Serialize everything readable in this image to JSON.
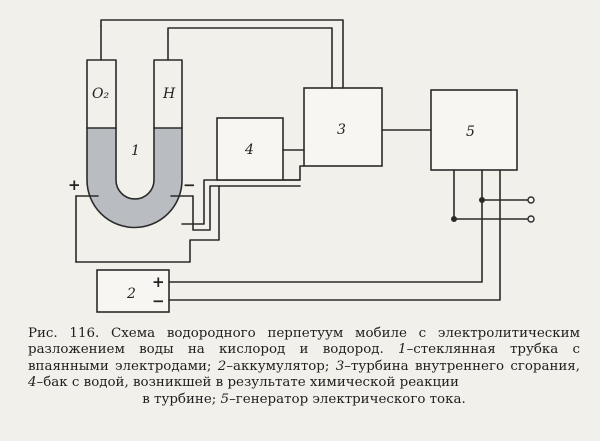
{
  "diagram": {
    "labels": {
      "o2": "O₂",
      "h": "H",
      "tube": "1",
      "battery": "2",
      "turbine": "3",
      "tank": "4",
      "generator": "5",
      "plus": "+",
      "minus": "−"
    }
  },
  "caption": {
    "fig": "Рис. 116.",
    "title": "Схема водородного перпетуум мобиле с электролитическим разложением воды на кислород и водород.",
    "item1_num": "1",
    "item1_text": "–стеклянная трубка с впаянными электродами;",
    "item2_num": "2",
    "item2_text": "–аккумулятор;",
    "item3_num": "3",
    "item3_text": "–турбина внутреннего сгорания,",
    "item4_num": "4",
    "item4_text": "–бак с водой, возникшей в результате химической реакции",
    "item4_tail": "в турбине;",
    "item5_num": "5",
    "item5_text": "–генератор электрического тока."
  }
}
